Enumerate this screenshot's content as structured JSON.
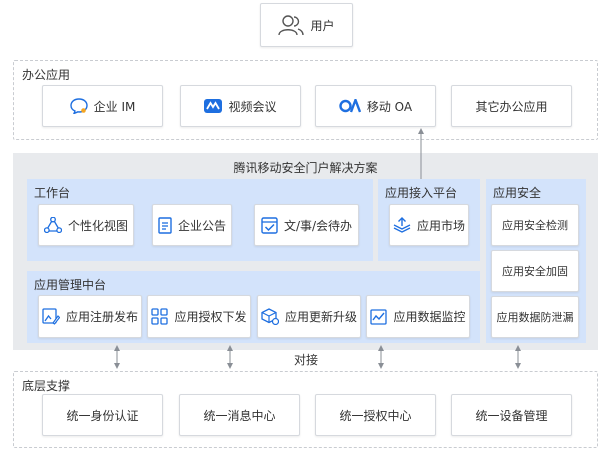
{
  "user": {
    "label": "用户"
  },
  "office": {
    "label": "办公应用",
    "items": [
      "企业 IM",
      "视频会议",
      "移动 OA",
      "其它办公应用"
    ]
  },
  "solution": {
    "title": "腾讯移动安全门户解决方案"
  },
  "workbench": {
    "label": "工作台",
    "items": [
      "个性化视图",
      "企业公告",
      "文/事/会待办"
    ]
  },
  "access": {
    "label": "应用接入平台",
    "items": [
      "应用市场"
    ]
  },
  "security": {
    "label": "应用安全",
    "items": [
      "应用安全检测",
      "应用安全加固",
      "应用数据防泄漏"
    ]
  },
  "mgmt": {
    "label": "应用管理中台",
    "items": [
      "应用注册发布",
      "应用授权下发",
      "应用更新升级",
      "应用数据监控"
    ]
  },
  "dock": {
    "label": "对接"
  },
  "base": {
    "label": "底层支撑",
    "items": [
      "统一身份认证",
      "统一消息中心",
      "统一授权中心",
      "统一设备管理"
    ]
  },
  "colors": {
    "accent": "#1e6fe0",
    "panel_grey": "#e8eaed",
    "panel_blue": "#d3e3fb"
  }
}
